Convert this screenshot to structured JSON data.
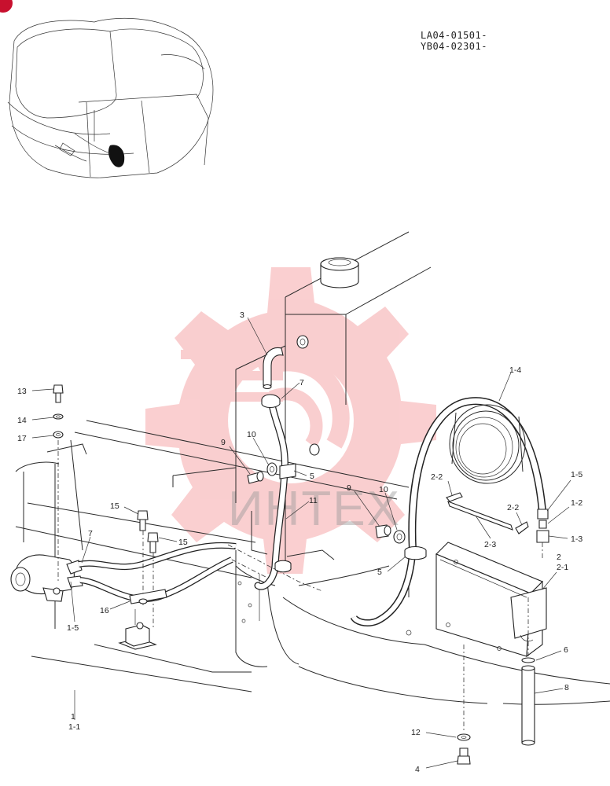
{
  "header": {
    "codes": [
      "LA04-01501-",
      "YB04-02301-"
    ]
  },
  "watermark": {
    "text": "ИНТЕХ",
    "color": "#e8262b"
  },
  "callouts": [
    {
      "id": "c-13",
      "label": "13"
    },
    {
      "id": "c-14",
      "label": "14"
    },
    {
      "id": "c-17",
      "label": "17"
    },
    {
      "id": "c-3",
      "label": "3"
    },
    {
      "id": "c-7a",
      "label": "7"
    },
    {
      "id": "c-9a",
      "label": "9"
    },
    {
      "id": "c-10a",
      "label": "10"
    },
    {
      "id": "c-5a",
      "label": "5"
    },
    {
      "id": "c-11",
      "label": "11"
    },
    {
      "id": "c-15a",
      "label": "15"
    },
    {
      "id": "c-15b",
      "label": "15"
    },
    {
      "id": "c-7b",
      "label": "7"
    },
    {
      "id": "c-16",
      "label": "16"
    },
    {
      "id": "c-1-5a",
      "label": "1-5"
    },
    {
      "id": "c-1",
      "label": "1"
    },
    {
      "id": "c-1-1",
      "label": "1-1"
    },
    {
      "id": "c-1-4",
      "label": "1-4"
    },
    {
      "id": "c-9b",
      "label": "9"
    },
    {
      "id": "c-10b",
      "label": "10"
    },
    {
      "id": "c-5b",
      "label": "5"
    },
    {
      "id": "c-2-2a",
      "label": "2-2"
    },
    {
      "id": "c-2-2b",
      "label": "2-2"
    },
    {
      "id": "c-2-3",
      "label": "2-3"
    },
    {
      "id": "c-1-5b",
      "label": "1-5"
    },
    {
      "id": "c-1-2",
      "label": "1-2"
    },
    {
      "id": "c-1-3",
      "label": "1-3"
    },
    {
      "id": "c-2",
      "label": "2"
    },
    {
      "id": "c-2-1",
      "label": "2-1"
    },
    {
      "id": "c-6",
      "label": "6"
    },
    {
      "id": "c-8",
      "label": "8"
    },
    {
      "id": "c-12",
      "label": "12"
    },
    {
      "id": "c-4",
      "label": "4"
    }
  ]
}
